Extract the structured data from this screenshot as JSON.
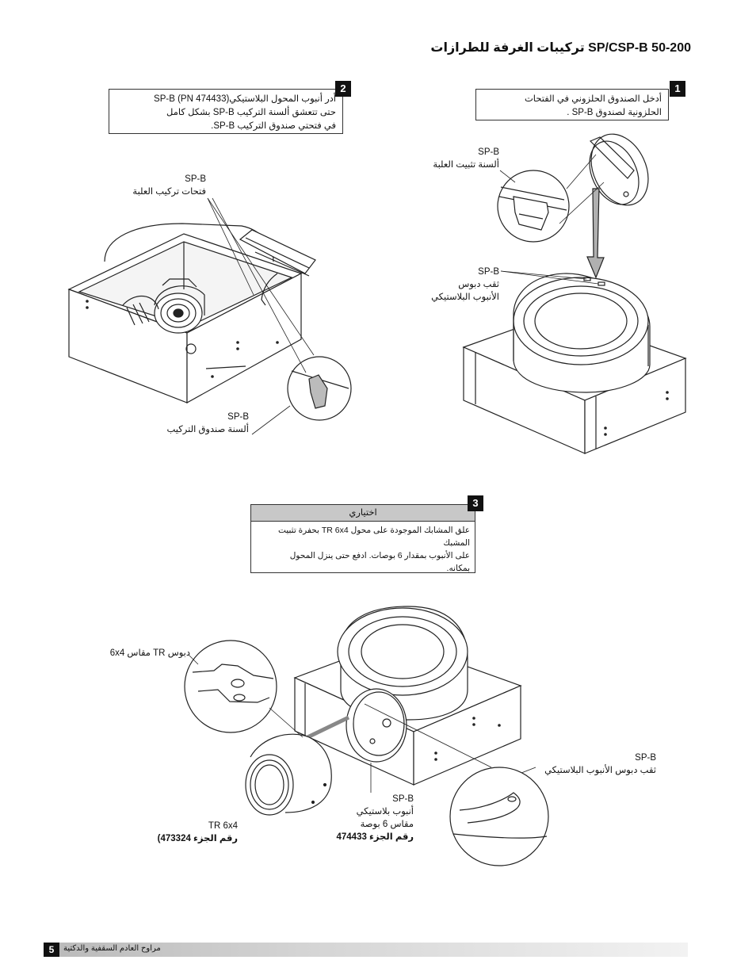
{
  "title": "SP/CSP-B 50-200 تركيبات الغرفة للطرازات",
  "steps": [
    {
      "number": "1",
      "lines": [
        "أدخل الصندوق الحلزوني في الفتحات",
        "الحلزونية لصندوق SP-B ."
      ]
    },
    {
      "number": "2",
      "lines": [
        "أدر أنبوب المحول البلاستيكي(PN 474433)  SP-B",
        "حتى تتعشق ألسنة التركيب SP-B بشكل كامل",
        "في فتحتي صندوق التركيب SP-B."
      ]
    },
    {
      "number": "3",
      "header": "اختياري",
      "lines": [
        "علق المشابك الموجودة على محول TR 6x4 بحفرة تثبيت المشبك",
        "على الأنبوب          بمقدار 6 بوصات. ادفع حتى ينزل المحول",
        "بمكانه."
      ]
    }
  ],
  "callouts": {
    "c1": {
      "code": "SP-B",
      "text": "ألسنة تثبيت العلبة"
    },
    "c2": {
      "code": "SP-B",
      "text": "ثقب دبوس",
      "text2": "الأنبوب البلاستيكي"
    },
    "c3": {
      "code": "SP-B",
      "text": "فتحات تركيب العلبة"
    },
    "c4": {
      "code": "SP-B",
      "text": "ألسنة صندوق التركيب"
    },
    "c5": {
      "text": "دبوس TR مقاس 6x4"
    },
    "c6": {
      "code": "SP-B",
      "text": "ثقب دبوس الأنبوب البلاستيكي"
    },
    "c7": {
      "code": "SP-B",
      "text": "أنبوب بلاستيكي",
      "text2": "مقاس 6 بوصة",
      "part": "رقم الجزء 474433"
    },
    "c8": {
      "code": "TR 6x4",
      "part": "رقم الجزء 473324)"
    }
  },
  "footer": {
    "page": "5",
    "text": "مراوح العادم السقفية والدكتية"
  },
  "colors": {
    "badge": "#111111",
    "header_fill": "#c8c8c8",
    "arrow_fill": "#b0b0b0"
  }
}
